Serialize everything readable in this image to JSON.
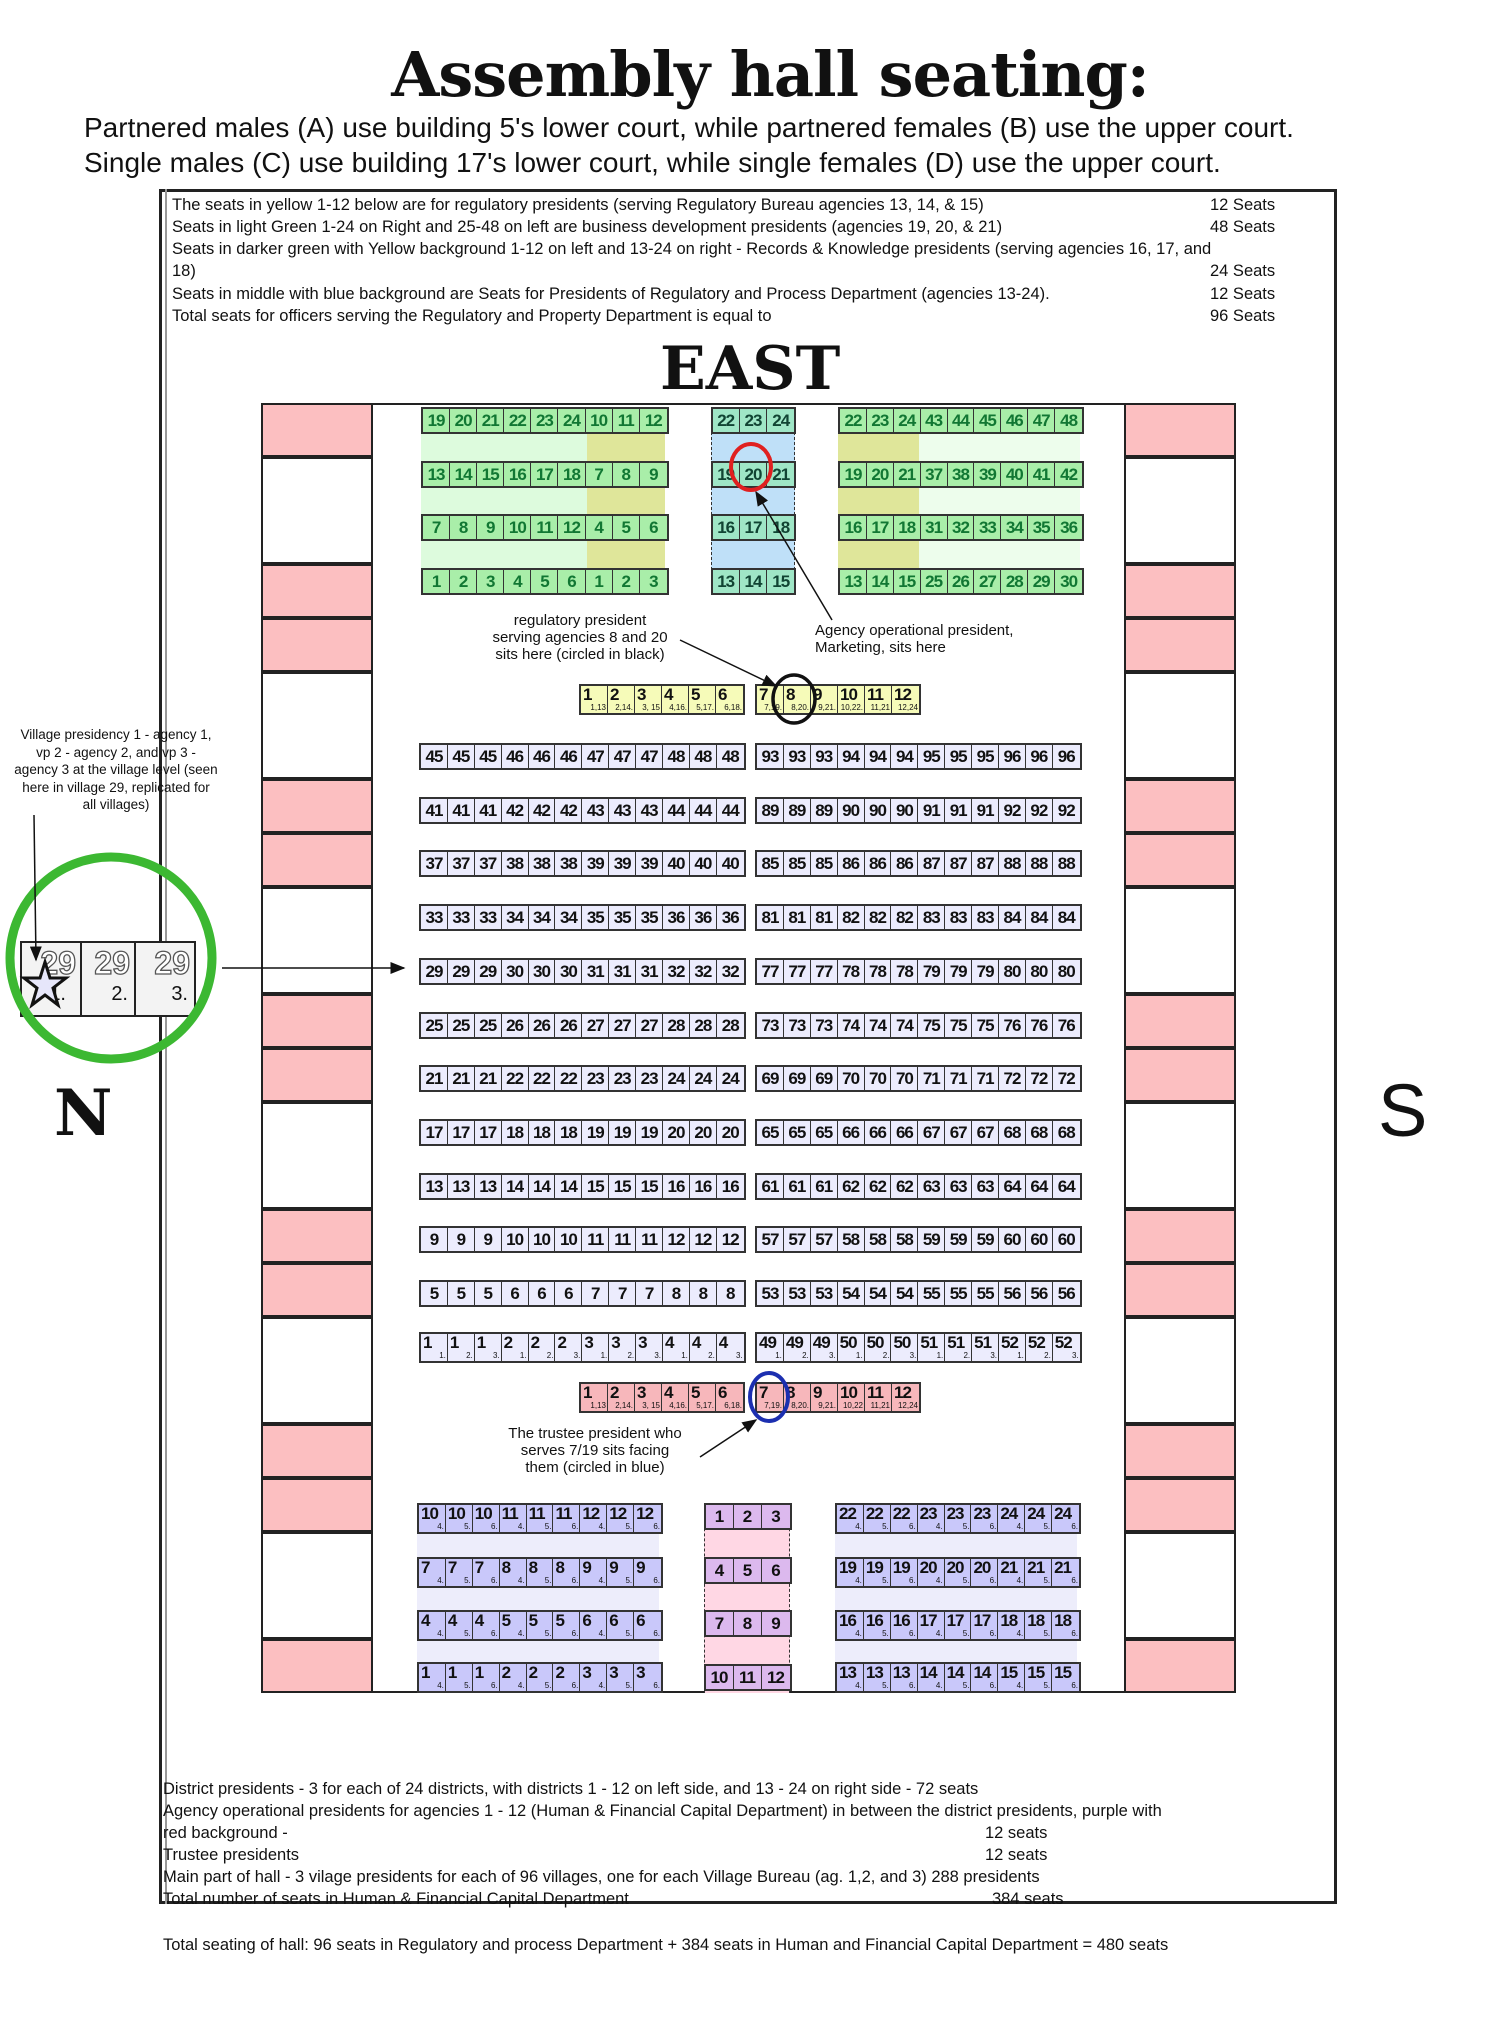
{
  "title": "Assembly hall seating:",
  "subtitle_lines": [
    "Partnered males (A) use building 5's lower court, while partnered females (B) use the upper court.",
    "Single males (C) use building 17's lower court, while single females (D) use the upper court."
  ],
  "top_info": [
    {
      "text": "The seats  in yellow 1-12 below are for regulatory presidents (serving Regulatory Bureau agencies 13, 14, & 15)",
      "count": "12 Seats"
    },
    {
      "text": "Seats in light Green 1-24 on Right and 25-48 on left are business development presidents (agencies 19, 20, & 21)",
      "count": "48 Seats"
    },
    {
      "text": "Seats in darker  green with Yellow background 1-12 on left and 13-24 on right  - Records & Knowledge presidents (serving agencies 16, 17, and",
      "count": ""
    },
    {
      "text": "18)",
      "count": "24 Seats"
    },
    {
      "text": "Seats in middle with blue background are Seats for Presidents of  Regulatory and Process Department (agencies 13-24).",
      "count": "12 Seats"
    },
    {
      "text": "Total seats for officers serving the Regulatory and Property Department is equal to",
      "count": "96 Seats"
    }
  ],
  "compass": {
    "east": "EAST",
    "north": "N",
    "south": "S"
  },
  "top_blocks": {
    "left": [
      [
        "19",
        "20",
        "21",
        "22",
        "23",
        "24",
        "10",
        "11",
        "12"
      ],
      [
        "13",
        "14",
        "15",
        "16",
        "17",
        "18",
        "7",
        "8",
        "9"
      ],
      [
        "7",
        "8",
        "9",
        "10",
        "11",
        "12",
        "4",
        "5",
        "6"
      ],
      [
        "1",
        "2",
        "3",
        "4",
        "5",
        "6",
        "1",
        "2",
        "3"
      ]
    ],
    "middle": [
      [
        "22",
        "23",
        "24"
      ],
      [
        "19",
        "20",
        "21"
      ],
      [
        "16",
        "17",
        "18"
      ],
      [
        "13",
        "14",
        "15"
      ]
    ],
    "right": [
      [
        "22",
        "23",
        "24",
        "43",
        "44",
        "45",
        "46",
        "47",
        "48"
      ],
      [
        "19",
        "20",
        "21",
        "37",
        "38",
        "39",
        "40",
        "41",
        "42"
      ],
      [
        "16",
        "17",
        "18",
        "31",
        "32",
        "33",
        "34",
        "35",
        "36"
      ],
      [
        "13",
        "14",
        "15",
        "25",
        "26",
        "27",
        "28",
        "29",
        "30"
      ]
    ]
  },
  "regulatory_row": {
    "seats": [
      "1",
      "2",
      "3",
      "4",
      "5",
      "6",
      "7",
      "8",
      "9",
      "10",
      "11",
      "12"
    ],
    "subs": [
      "1,13",
      "2,14.",
      "3, 15",
      "4,16.",
      "5,17.",
      "6,18.",
      "7,19.",
      "8,20.",
      "9,21.",
      "10,22.",
      "11,21",
      "12,24"
    ]
  },
  "village_rows": {
    "left": [
      [
        45,
        46,
        47,
        48
      ],
      [
        41,
        42,
        43,
        44
      ],
      [
        37,
        38,
        39,
        40
      ],
      [
        33,
        34,
        35,
        36
      ],
      [
        29,
        30,
        31,
        32
      ],
      [
        25,
        26,
        27,
        28
      ],
      [
        21,
        22,
        23,
        24
      ],
      [
        17,
        18,
        19,
        20
      ],
      [
        13,
        14,
        15,
        16
      ],
      [
        9,
        10,
        11,
        12
      ],
      [
        5,
        6,
        7,
        8
      ],
      [
        1,
        2,
        3,
        4
      ]
    ],
    "right": [
      [
        93,
        94,
        95,
        96
      ],
      [
        89,
        90,
        91,
        92
      ],
      [
        85,
        86,
        87,
        88
      ],
      [
        81,
        82,
        83,
        84
      ],
      [
        77,
        78,
        79,
        80
      ],
      [
        73,
        74,
        75,
        76
      ],
      [
        69,
        70,
        71,
        72
      ],
      [
        65,
        66,
        67,
        68
      ],
      [
        61,
        62,
        63,
        64
      ],
      [
        57,
        58,
        59,
        60
      ],
      [
        53,
        54,
        55,
        56
      ],
      [
        49,
        50,
        51,
        52
      ]
    ],
    "seat_subs": [
      "1.",
      "2.",
      "3."
    ]
  },
  "trustee_row": {
    "seats": [
      "1",
      "2",
      "3",
      "4",
      "5",
      "6",
      "7",
      "8",
      "9",
      "10",
      "11",
      "12"
    ],
    "subs": [
      "1,13",
      "2,14.",
      "3, 15",
      "4,16.",
      "5,17.",
      "6,18.",
      "7,19.",
      "8,20.",
      "9,21.",
      "10,22",
      "11,21",
      "12,24"
    ]
  },
  "bottom_blocks": {
    "left": [
      [
        10,
        11,
        12
      ],
      [
        7,
        8,
        9
      ],
      [
        4,
        5,
        6
      ],
      [
        1,
        2,
        3
      ]
    ],
    "middle": [
      [
        "1",
        "2",
        "3"
      ],
      [
        "4",
        "5",
        "6"
      ],
      [
        "7",
        "8",
        "9"
      ],
      [
        "10",
        "11",
        "12"
      ]
    ],
    "right": [
      [
        22,
        23,
        24
      ],
      [
        19,
        20,
        21
      ],
      [
        16,
        17,
        18
      ],
      [
        13,
        14,
        15
      ]
    ],
    "seat_subs": [
      "4.",
      "5.",
      "6."
    ]
  },
  "annotations": {
    "regulatory": [
      "regulatory president",
      "serving agencies 8 and 20",
      "sits here (circled in black)"
    ],
    "agency_operational": [
      "Agency operational president,",
      "Marketing, sits here"
    ],
    "trustee": [
      "The trustee president who",
      "serves 7/19 sits facing",
      "them (circled in blue)"
    ],
    "village": [
      "Village presidency  1 - agency 1,",
      "vp 2 - agency 2, and vp 3 -",
      "agency 3 at the village level (seen",
      "here in village 29, replicated  for",
      "all villages)"
    ]
  },
  "village_detail": {
    "village": "29",
    "seats": [
      "1.",
      "2.",
      "3."
    ]
  },
  "bottom_info": [
    "District presidents - 3 for each of 24 districts, with districts 1 - 12 on left side, and 13 - 24 on right side -   72 seats",
    "Agency operational presidents for agencies 1 - 12 (Human & Financial Capital Department) in between the district presidents, purple with",
    "red background -",
    "Trustee presidents",
    "Main part of hall - 3 vilage presidents for each of 96 villages, one for each Village Bureau (ag. 1,2, and 3) 288 presidents",
    "Total number of seats in Human & Financial Capital Department"
  ],
  "bottom_counts": {
    "agency": "12 seats",
    "trustee": "12 seats",
    "total": "384 seats"
  },
  "total_line": "Total seating of hall: 96 seats in Regulatory and process Department + 384 seats in Human and Financial Capital Department = 480 seats",
  "colors": {
    "circle_green": "#3cb832",
    "circle_red": "#e02020",
    "circle_blue": "#1c2fb0",
    "circle_black": "#111111"
  }
}
